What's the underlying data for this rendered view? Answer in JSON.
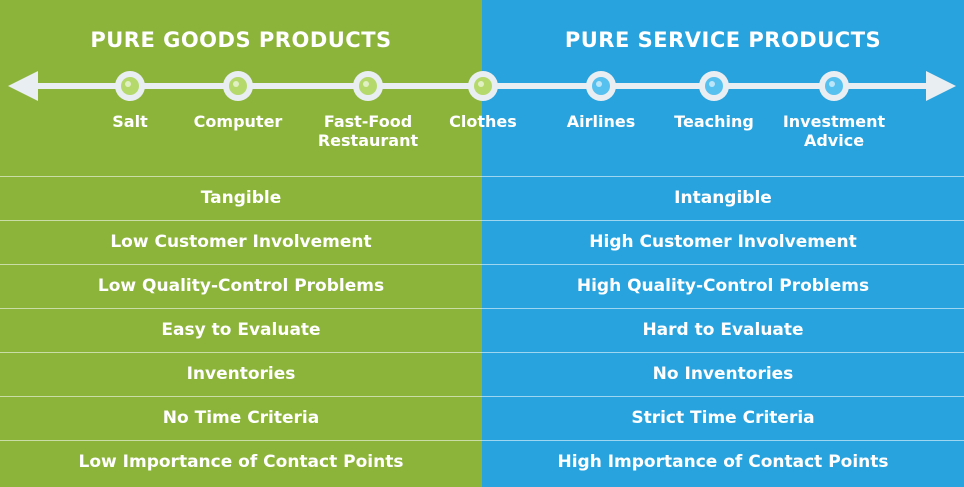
{
  "headings": {
    "goods": "PURE GOODS PRODUCTS",
    "service": "PURE SERVICE PRODUCTS"
  },
  "colors": {
    "goods_bg": "#8db43a",
    "service_bg": "#29a3de",
    "arrow": "#e9eef2",
    "node_goods": "#b5d96a",
    "node_service": "#56c0ef"
  },
  "continuum": [
    {
      "label": "Salt",
      "side": "goods"
    },
    {
      "label": "Computer",
      "side": "goods"
    },
    {
      "label": "Fast-Food\nRestaurant",
      "side": "goods"
    },
    {
      "label": "Clothes",
      "side": "goods"
    },
    {
      "label": "Airlines",
      "side": "service"
    },
    {
      "label": "Teaching",
      "side": "service"
    },
    {
      "label": "Investment\nAdvice",
      "side": "service"
    }
  ],
  "rows": [
    {
      "goods": "Tangible",
      "service": "Intangible"
    },
    {
      "goods": "Low Customer Involvement",
      "service": "High Customer Involvement"
    },
    {
      "goods": "Low Quality-Control Problems",
      "service": "High Quality-Control Problems"
    },
    {
      "goods": "Easy to Evaluate",
      "service": "Hard to Evaluate"
    },
    {
      "goods": "Inventories",
      "service": "No Inventories"
    },
    {
      "goods": "No Time Criteria",
      "service": "Strict Time Criteria"
    },
    {
      "goods": "Low Importance of Contact Points",
      "service": "High Importance of Contact Points"
    }
  ]
}
